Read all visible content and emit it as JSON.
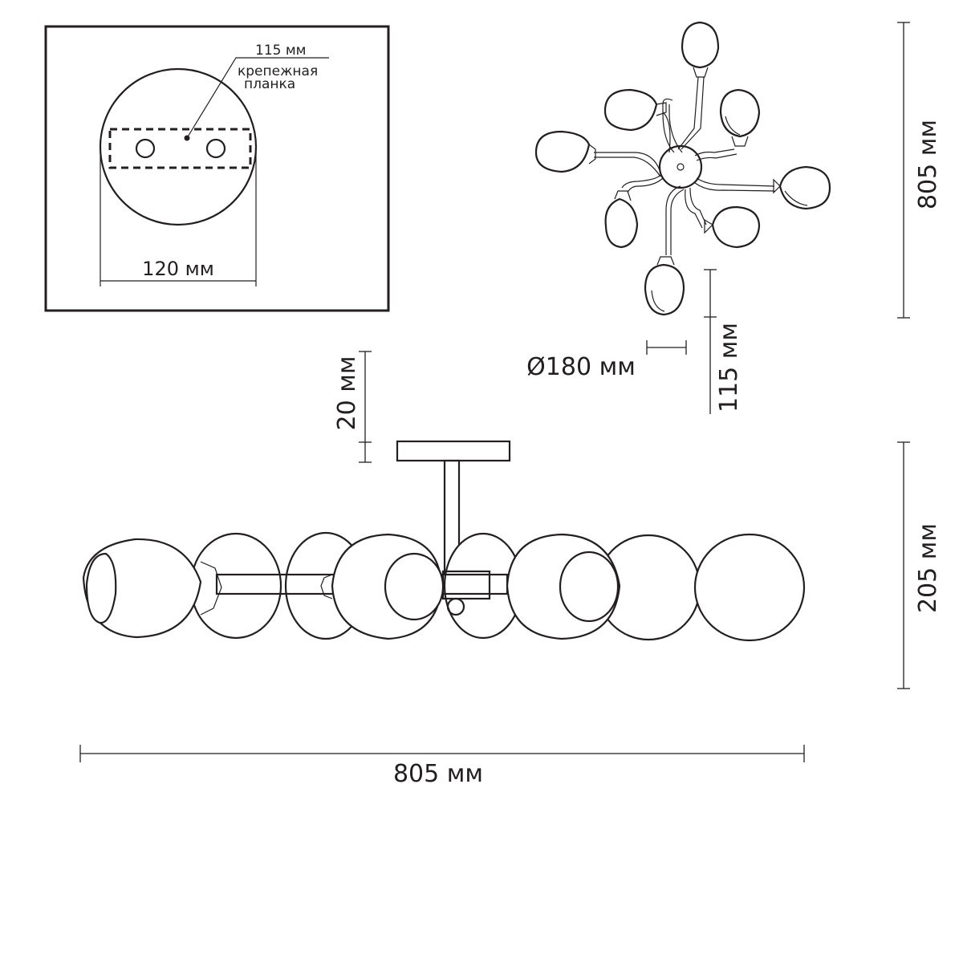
{
  "inset": {
    "bar_width_label": "115 мм",
    "bar_name_line1": "крепежная",
    "bar_name_line2": "планка",
    "plate_width_label": "120 мм"
  },
  "top_view": {
    "height_label": "805 мм",
    "canopy_diameter_label": "Ø180 мм",
    "arm_offset_label": "115 мм"
  },
  "side_view": {
    "canopy_thickness_label": "20 мм",
    "height_label": "205 мм",
    "width_label": "805 мм"
  },
  "colors": {
    "line": "#231f20",
    "background": "#ffffff"
  }
}
